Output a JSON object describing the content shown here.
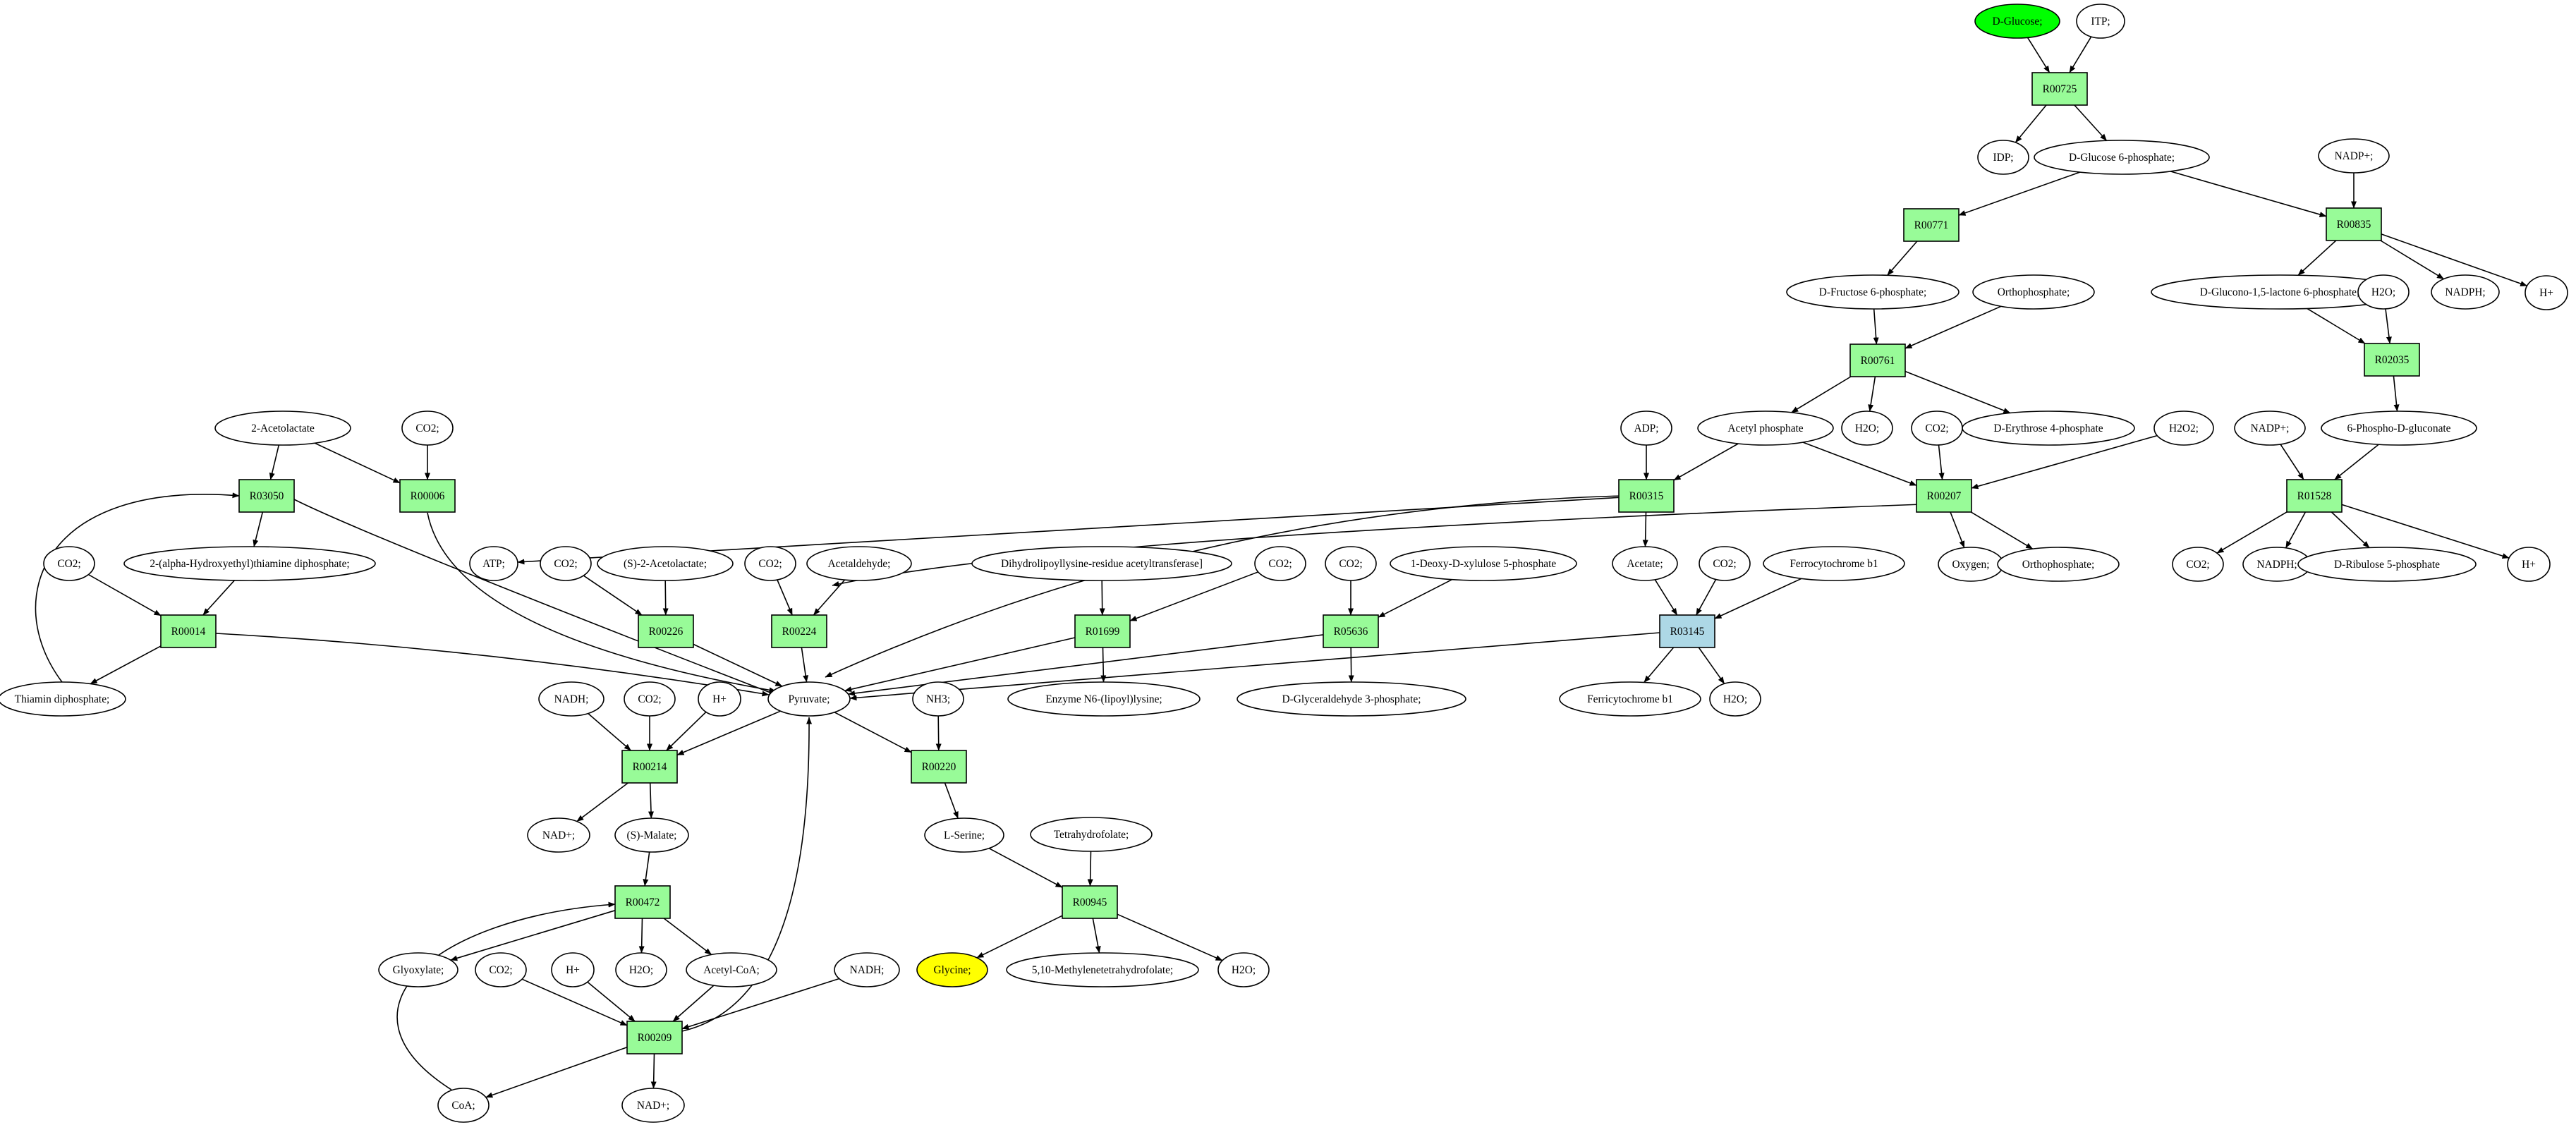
{
  "colors": {
    "compound": "#ffffff",
    "reaction": "#98fb98",
    "reaction_highlight": "#add8e6",
    "source": "#00ff00",
    "target": "#ffff00",
    "edge": "#000000"
  },
  "compounds": [
    {
      "id": "glucose",
      "label": "D-Glucose;",
      "role": "source"
    },
    {
      "id": "itp",
      "label": "ITP;"
    },
    {
      "id": "idp",
      "label": "IDP;"
    },
    {
      "id": "g6p",
      "label": "D-Glucose 6-phosphate;"
    },
    {
      "id": "nadpp1",
      "label": "NADP+;"
    },
    {
      "id": "f6p",
      "label": "D-Fructose 6-phosphate;"
    },
    {
      "id": "orthop1",
      "label": "Orthophosphate;"
    },
    {
      "id": "glucono",
      "label": "D-Glucono-1,5-lactone 6-phosphate;"
    },
    {
      "id": "h2o1",
      "label": "H2O;"
    },
    {
      "id": "nadph1",
      "label": "NADPH;"
    },
    {
      "id": "hp1",
      "label": "H+"
    },
    {
      "id": "acetylp",
      "label": "Acetyl phosphate"
    },
    {
      "id": "h2o2",
      "label": "H2O;"
    },
    {
      "id": "e4p",
      "label": "D-Erythrose 4-phosphate"
    },
    {
      "id": "adp",
      "label": "ADP;"
    },
    {
      "id": "co2a",
      "label": "CO2;"
    },
    {
      "id": "h2o2b",
      "label": "H2O2;"
    },
    {
      "id": "nadpp2",
      "label": "NADP+;"
    },
    {
      "id": "pgluconate",
      "label": "6-Phospho-D-gluconate"
    },
    {
      "id": "acetolactate",
      "label": "2-Acetolactate"
    },
    {
      "id": "co2b",
      "label": "CO2;"
    },
    {
      "id": "atp",
      "label": "ATP;"
    },
    {
      "id": "oxygen",
      "label": "Oxygen;"
    },
    {
      "id": "orthop2",
      "label": "Orthophosphate;"
    },
    {
      "id": "co2c",
      "label": "CO2;"
    },
    {
      "id": "nadph2",
      "label": "NADPH;"
    },
    {
      "id": "ribulose",
      "label": "D-Ribulose 5-phosphate"
    },
    {
      "id": "hp2",
      "label": "H+"
    },
    {
      "id": "co2d",
      "label": "CO2;"
    },
    {
      "id": "hethdp",
      "label": "2-(alpha-Hydroxyethyl)thiamine diphosphate;"
    },
    {
      "id": "co2e",
      "label": "CO2;"
    },
    {
      "id": "sacetolactate",
      "label": "(S)-2-Acetolactate;"
    },
    {
      "id": "co2f",
      "label": "CO2;"
    },
    {
      "id": "acetaldehyde",
      "label": "Acetaldehyde;"
    },
    {
      "id": "dihydro",
      "label": "Dihydrolipoyllysine-residue acetyltransferase]"
    },
    {
      "id": "co2g",
      "label": "CO2;"
    },
    {
      "id": "co2h",
      "label": "CO2;"
    },
    {
      "id": "deoxyxylulose",
      "label": "1-Deoxy-D-xylulose 5-phosphate"
    },
    {
      "id": "acetate",
      "label": "Acetate;"
    },
    {
      "id": "co2i",
      "label": "CO2;"
    },
    {
      "id": "ferrocyt",
      "label": "Ferrocytochrome b1"
    },
    {
      "id": "thdp",
      "label": "Thiamin diphosphate;"
    },
    {
      "id": "pyruvate",
      "label": "Pyruvate;"
    },
    {
      "id": "lipoyl",
      "label": "Enzyme N6-(lipoyl)lysine;"
    },
    {
      "id": "g3p",
      "label": "D-Glyceraldehyde 3-phosphate;"
    },
    {
      "id": "ferricyt",
      "label": "Ferricytochrome b1"
    },
    {
      "id": "h2o3",
      "label": "H2O;"
    },
    {
      "id": "nadh1",
      "label": "NADH;"
    },
    {
      "id": "co2j",
      "label": "CO2;"
    },
    {
      "id": "hp3",
      "label": "H+"
    },
    {
      "id": "nh3",
      "label": "NH3;"
    },
    {
      "id": "nadp_plus1",
      "label": "NAD+;"
    },
    {
      "id": "smalate",
      "label": "(S)-Malate;"
    },
    {
      "id": "lserine",
      "label": "L-Serine;"
    },
    {
      "id": "thf",
      "label": "Tetrahydrofolate;"
    },
    {
      "id": "glyoxylate",
      "label": "Glyoxylate;"
    },
    {
      "id": "co2k",
      "label": "CO2;"
    },
    {
      "id": "hp4",
      "label": "H+"
    },
    {
      "id": "h2o4",
      "label": "H2O;"
    },
    {
      "id": "acetylcoa",
      "label": "Acetyl-CoA;"
    },
    {
      "id": "nadh2",
      "label": "NADH;"
    },
    {
      "id": "glycine",
      "label": "Glycine;",
      "role": "target"
    },
    {
      "id": "methylthf",
      "label": "5,10-Methylenetetrahydrofolate;"
    },
    {
      "id": "h2o5",
      "label": "H2O;"
    },
    {
      "id": "coa",
      "label": "CoA;"
    },
    {
      "id": "nadp_plus2",
      "label": "NAD+;"
    }
  ],
  "reactions": [
    {
      "id": "R00725",
      "label": "R00725"
    },
    {
      "id": "R00771",
      "label": "R00771"
    },
    {
      "id": "R00835",
      "label": "R00835"
    },
    {
      "id": "R00761",
      "label": "R00761"
    },
    {
      "id": "R02035",
      "label": "R02035"
    },
    {
      "id": "R03050",
      "label": "R03050"
    },
    {
      "id": "R00006",
      "label": "R00006"
    },
    {
      "id": "R00315",
      "label": "R00315"
    },
    {
      "id": "R00207",
      "label": "R00207"
    },
    {
      "id": "R01528",
      "label": "R01528"
    },
    {
      "id": "R00014",
      "label": "R00014"
    },
    {
      "id": "R00226",
      "label": "R00226"
    },
    {
      "id": "R00224",
      "label": "R00224"
    },
    {
      "id": "R01699",
      "label": "R01699"
    },
    {
      "id": "R05636",
      "label": "R05636"
    },
    {
      "id": "R03145",
      "label": "R03145",
      "role": "highlight"
    },
    {
      "id": "R00214",
      "label": "R00214"
    },
    {
      "id": "R00220",
      "label": "R00220"
    },
    {
      "id": "R00472",
      "label": "R00472"
    },
    {
      "id": "R00945",
      "label": "R00945"
    },
    {
      "id": "R00209",
      "label": "R00209"
    }
  ],
  "edges": [
    {
      "from": "glucose",
      "to": "R00725"
    },
    {
      "from": "itp",
      "to": "R00725"
    },
    {
      "from": "R00725",
      "to": "idp"
    },
    {
      "from": "R00725",
      "to": "g6p"
    },
    {
      "from": "g6p",
      "to": "R00771"
    },
    {
      "from": "g6p",
      "to": "R00835"
    },
    {
      "from": "nadpp1",
      "to": "R00835"
    },
    {
      "from": "R00771",
      "to": "f6p"
    },
    {
      "from": "R00835",
      "to": "glucono"
    },
    {
      "from": "R00835",
      "to": "nadph1"
    },
    {
      "from": "R00835",
      "to": "hp1"
    },
    {
      "from": "f6p",
      "to": "R00761"
    },
    {
      "from": "orthop1",
      "to": "R00761"
    },
    {
      "from": "R00761",
      "to": "acetylp"
    },
    {
      "from": "R00761",
      "to": "h2o2"
    },
    {
      "from": "R00761",
      "to": "e4p"
    },
    {
      "from": "glucono",
      "to": "R02035"
    },
    {
      "from": "h2o1",
      "to": "R02035"
    },
    {
      "from": "R02035",
      "to": "pgluconate"
    },
    {
      "from": "acetylp",
      "to": "R00315"
    },
    {
      "from": "acetylp",
      "to": "R00207"
    },
    {
      "from": "adp",
      "to": "R00315"
    },
    {
      "from": "co2a",
      "to": "R00207"
    },
    {
      "from": "h2o2b",
      "to": "R00207"
    },
    {
      "from": "nadpp2",
      "to": "R01528"
    },
    {
      "from": "pgluconate",
      "to": "R01528"
    },
    {
      "from": "R01528",
      "to": "co2c"
    },
    {
      "from": "R01528",
      "to": "nadph2"
    },
    {
      "from": "R01528",
      "to": "ribulose"
    },
    {
      "from": "R01528",
      "to": "hp2"
    },
    {
      "from": "acetolactate",
      "to": "R03050"
    },
    {
      "from": "acetolactate",
      "to": "R00006"
    },
    {
      "from": "co2b",
      "to": "R00006"
    },
    {
      "from": "R00315",
      "to": "atp"
    },
    {
      "from": "R00315",
      "to": "acetate"
    },
    {
      "from": "R00207",
      "to": "oxygen"
    },
    {
      "from": "R00207",
      "to": "orthop2"
    },
    {
      "from": "R03050",
      "to": "hethdp"
    },
    {
      "from": "co2d",
      "to": "R00014"
    },
    {
      "from": "hethdp",
      "to": "R00014"
    },
    {
      "from": "R00014",
      "to": "thdp"
    },
    {
      "from": "thdp",
      "to": "R03050"
    },
    {
      "from": "co2e",
      "to": "R00226"
    },
    {
      "from": "sacetolactate",
      "to": "R00226"
    },
    {
      "from": "co2f",
      "to": "R00224"
    },
    {
      "from": "acetaldehyde",
      "to": "R00224"
    },
    {
      "from": "dihydro",
      "to": "R01699"
    },
    {
      "from": "co2g",
      "to": "R01699"
    },
    {
      "from": "R01699",
      "to": "lipoyl"
    },
    {
      "from": "co2h",
      "to": "R05636"
    },
    {
      "from": "deoxyxylulose",
      "to": "R05636"
    },
    {
      "from": "R05636",
      "to": "g3p"
    },
    {
      "from": "acetate",
      "to": "R03145"
    },
    {
      "from": "co2i",
      "to": "R03145"
    },
    {
      "from": "ferrocyt",
      "to": "R03145"
    },
    {
      "from": "R03145",
      "to": "ferricyt"
    },
    {
      "from": "R03145",
      "to": "h2o3"
    },
    {
      "from": "R03050",
      "to": "pyruvate"
    },
    {
      "from": "R00006",
      "to": "pyruvate"
    },
    {
      "from": "R00014",
      "to": "pyruvate"
    },
    {
      "from": "R00226",
      "to": "pyruvate"
    },
    {
      "from": "R00224",
      "to": "pyruvate"
    },
    {
      "from": "R01699",
      "to": "pyruvate"
    },
    {
      "from": "R05636",
      "to": "pyruvate"
    },
    {
      "from": "R03145",
      "to": "pyruvate"
    },
    {
      "from": "R00207",
      "to": "pyruvate"
    },
    {
      "from": "R00315",
      "to": "pyruvate"
    },
    {
      "from": "pyruvate",
      "to": "R00214"
    },
    {
      "from": "pyruvate",
      "to": "R00220"
    },
    {
      "from": "nadh1",
      "to": "R00214"
    },
    {
      "from": "co2j",
      "to": "R00214"
    },
    {
      "from": "hp3",
      "to": "R00214"
    },
    {
      "from": "R00214",
      "to": "nadp_plus1"
    },
    {
      "from": "R00214",
      "to": "smalate"
    },
    {
      "from": "nh3",
      "to": "R00220"
    },
    {
      "from": "R00220",
      "to": "lserine"
    },
    {
      "from": "smalate",
      "to": "R00472"
    },
    {
      "from": "lserine",
      "to": "R00945"
    },
    {
      "from": "thf",
      "to": "R00945"
    },
    {
      "from": "R00945",
      "to": "glycine"
    },
    {
      "from": "R00945",
      "to": "methylthf"
    },
    {
      "from": "R00945",
      "to": "h2o5"
    },
    {
      "from": "R00472",
      "to": "glyoxylate"
    },
    {
      "from": "R00472",
      "to": "h2o4"
    },
    {
      "from": "R00472",
      "to": "acetylcoa"
    },
    {
      "from": "co2k",
      "to": "R00209"
    },
    {
      "from": "hp4",
      "to": "R00209"
    },
    {
      "from": "acetylcoa",
      "to": "R00209"
    },
    {
      "from": "nadh2",
      "to": "R00209"
    },
    {
      "from": "R00209",
      "to": "coa"
    },
    {
      "from": "R00209",
      "to": "nadp_plus2"
    },
    {
      "from": "R00209",
      "to": "pyruvate"
    },
    {
      "from": "coa",
      "to": "R00472"
    }
  ]
}
